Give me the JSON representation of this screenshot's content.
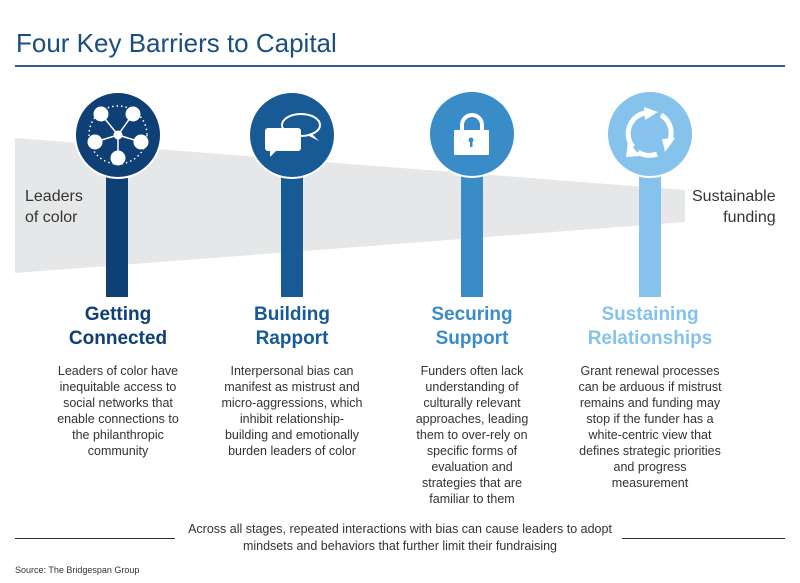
{
  "title": "Four Key Barriers to Capital",
  "left_label": [
    "Leaders",
    "of color"
  ],
  "right_label": [
    "Sustainable",
    "funding"
  ],
  "colors": {
    "stage1": "#0e3f75",
    "stage2": "#175a96",
    "stage3": "#3a8cc8",
    "stage4": "#85c2ec",
    "wedge": "#e6e7e8"
  },
  "stages": [
    {
      "icon": "network-icon",
      "heading": [
        "Getting",
        "Connected"
      ],
      "text": "Leaders of color have inequitable access to social networks that enable connections to the philanthropic community"
    },
    {
      "icon": "chat-bubbles-icon",
      "heading": [
        "Building",
        "Rapport"
      ],
      "text": "Interpersonal bias can manifest as mistrust and micro-aggressions, which inhibit relationship-building and emotionally burden leaders of color"
    },
    {
      "icon": "lock-icon",
      "heading": [
        "Securing",
        "Support"
      ],
      "text": "Funders often lack understanding of culturally relevant approaches, leading them to over-rely on specific forms of evaluation and strategies that are familiar to them"
    },
    {
      "icon": "cycle-arrows-icon",
      "heading": [
        "Sustaining",
        "Relationships"
      ],
      "text": "Grant renewal processes can be arduous if mistrust remains and funding may stop if the funder has a white-centric view that defines strategic priorities and progress measurement"
    }
  ],
  "footer": "Across all stages, repeated interactions with bias can cause leaders to adopt mindsets and behaviors that further limit their fundraising",
  "source": "Source: The Bridgespan Group"
}
